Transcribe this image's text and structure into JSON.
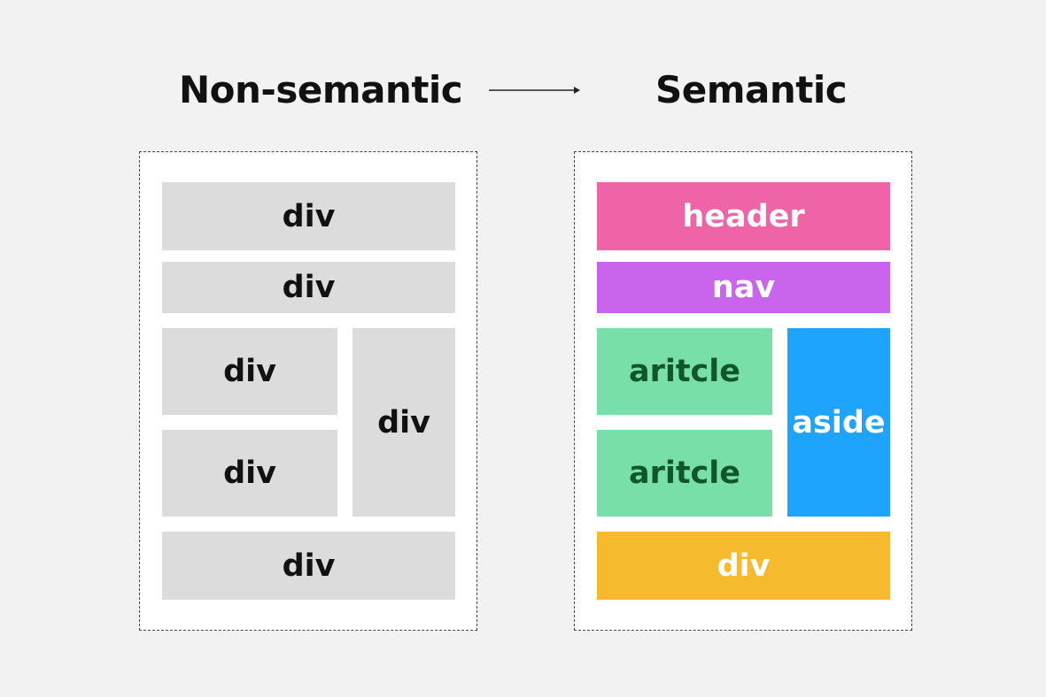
{
  "titles": {
    "left": "Non-semantic",
    "right": "Semantic"
  },
  "non_semantic": {
    "blocks": [
      "div",
      "div",
      "div",
      "div",
      "div",
      "div"
    ]
  },
  "semantic": {
    "blocks": [
      {
        "label": "header",
        "color": "#ee64a6",
        "text_color": "#ffffff"
      },
      {
        "label": "nav",
        "color": "#c964ec",
        "text_color": "#ffffff"
      },
      {
        "label": "aritcle",
        "color": "#78dfaa",
        "text_color": "#10552c"
      },
      {
        "label": "aritcle",
        "color": "#78dfaa",
        "text_color": "#10552c"
      },
      {
        "label": "aside",
        "color": "#1ea4fc",
        "text_color": "#ffffff"
      },
      {
        "label": "div",
        "color": "#f6ba2e",
        "text_color": "#ffffff"
      }
    ]
  },
  "colors": {
    "background": "#f2f2f2",
    "panel": "#ffffff",
    "gray_block": "#dcdcdc",
    "text": "#111111"
  }
}
